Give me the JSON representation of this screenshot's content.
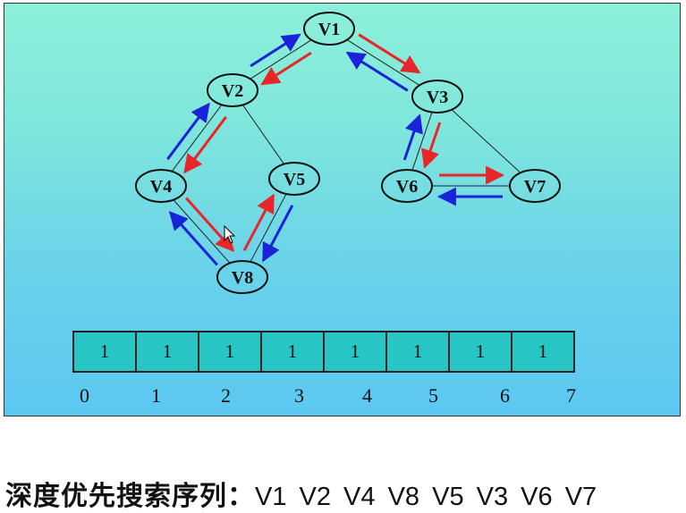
{
  "graph": {
    "nodes": [
      {
        "id": "v1",
        "label": "V1"
      },
      {
        "id": "v2",
        "label": "V2"
      },
      {
        "id": "v3",
        "label": "V3"
      },
      {
        "id": "v4",
        "label": "V4"
      },
      {
        "id": "v5",
        "label": "V5"
      },
      {
        "id": "v6",
        "label": "V6"
      },
      {
        "id": "v7",
        "label": "V7"
      },
      {
        "id": "v8",
        "label": "V8"
      }
    ],
    "edges": [
      [
        "v1",
        "v2"
      ],
      [
        "v1",
        "v3"
      ],
      [
        "v2",
        "v4"
      ],
      [
        "v2",
        "v5"
      ],
      [
        "v4",
        "v8"
      ],
      [
        "v5",
        "v8"
      ],
      [
        "v3",
        "v6"
      ],
      [
        "v3",
        "v7"
      ],
      [
        "v6",
        "v7"
      ]
    ],
    "traversal_arrows": [
      {
        "from": "v1",
        "to": "v2",
        "color": "red"
      },
      {
        "from": "v2",
        "to": "v1",
        "color": "blue"
      },
      {
        "from": "v1",
        "to": "v3",
        "color": "red"
      },
      {
        "from": "v3",
        "to": "v1",
        "color": "blue"
      },
      {
        "from": "v2",
        "to": "v4",
        "color": "red"
      },
      {
        "from": "v4",
        "to": "v2",
        "color": "blue"
      },
      {
        "from": "v4",
        "to": "v8",
        "color": "red"
      },
      {
        "from": "v8",
        "to": "v4",
        "color": "blue"
      },
      {
        "from": "v8",
        "to": "v5",
        "color": "red"
      },
      {
        "from": "v5",
        "to": "v8",
        "color": "blue"
      },
      {
        "from": "v3",
        "to": "v6",
        "color": "red"
      },
      {
        "from": "v6",
        "to": "v3",
        "color": "blue"
      },
      {
        "from": "v6",
        "to": "v7",
        "color": "red"
      },
      {
        "from": "v7",
        "to": "v6",
        "color": "blue"
      }
    ],
    "colors": {
      "red": "#e8262a",
      "blue": "#1a23d8"
    }
  },
  "visited": {
    "values": [
      "1",
      "1",
      "1",
      "1",
      "1",
      "1",
      "1",
      "1"
    ],
    "indices": [
      "0",
      "1",
      "2",
      "3",
      "4",
      "5",
      "6",
      "7"
    ]
  },
  "result": {
    "title": "深度优先搜索序列：",
    "sequence": "V1 V2 V4 V8 V5 V3 V6 V7"
  }
}
